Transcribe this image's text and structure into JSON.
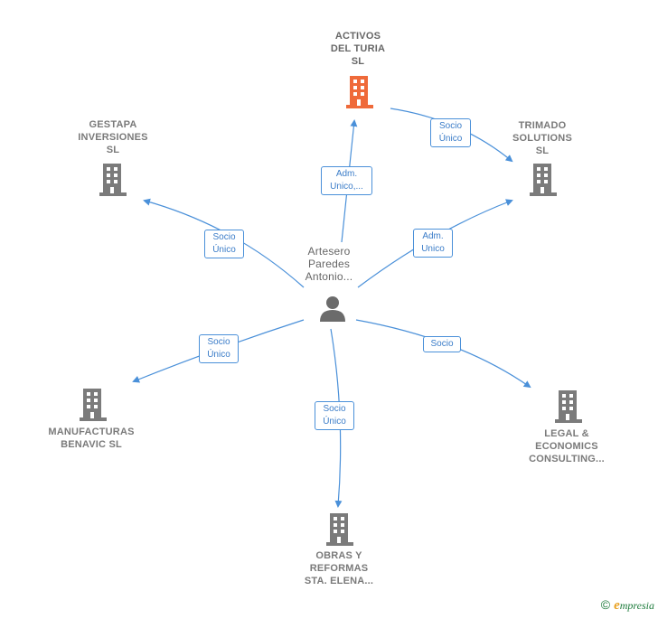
{
  "colors": {
    "edge": "#4a90d9",
    "building": "#7b7b7b",
    "building_highlight": "#ef6a3a",
    "person": "#6b6b6b"
  },
  "nodes": {
    "activos": "ACTIVOS\nDEL TURIA\nSL",
    "gestapa": "GESTAPA\nINVERSIONES\nSL",
    "trimado": "TRIMADO\nSOLUTIONS\nSL",
    "person": "Artesero\nParedes\nAntonio...",
    "manufacturas": "MANUFACTURAS\nBENAVIC  SL",
    "legal": "LEGAL &\nECONOMICS\nCONSULTING...",
    "obras": "OBRAS Y\nREFORMAS\nSTA.  ELENA..."
  },
  "edges": {
    "to_activos": "Adm.\nUnico,...",
    "activos_trimado": "Socio\nÚnico",
    "to_gestapa": "Socio\nÚnico",
    "to_trimado": "Adm.\nUnico",
    "to_manufacturas": "Socio\nÚnico",
    "to_legal": "Socio",
    "to_obras": "Socio\nÚnico"
  },
  "footer": {
    "copyright_symbol": "©",
    "brand_initial": "e",
    "brand_rest": "mpresia"
  }
}
